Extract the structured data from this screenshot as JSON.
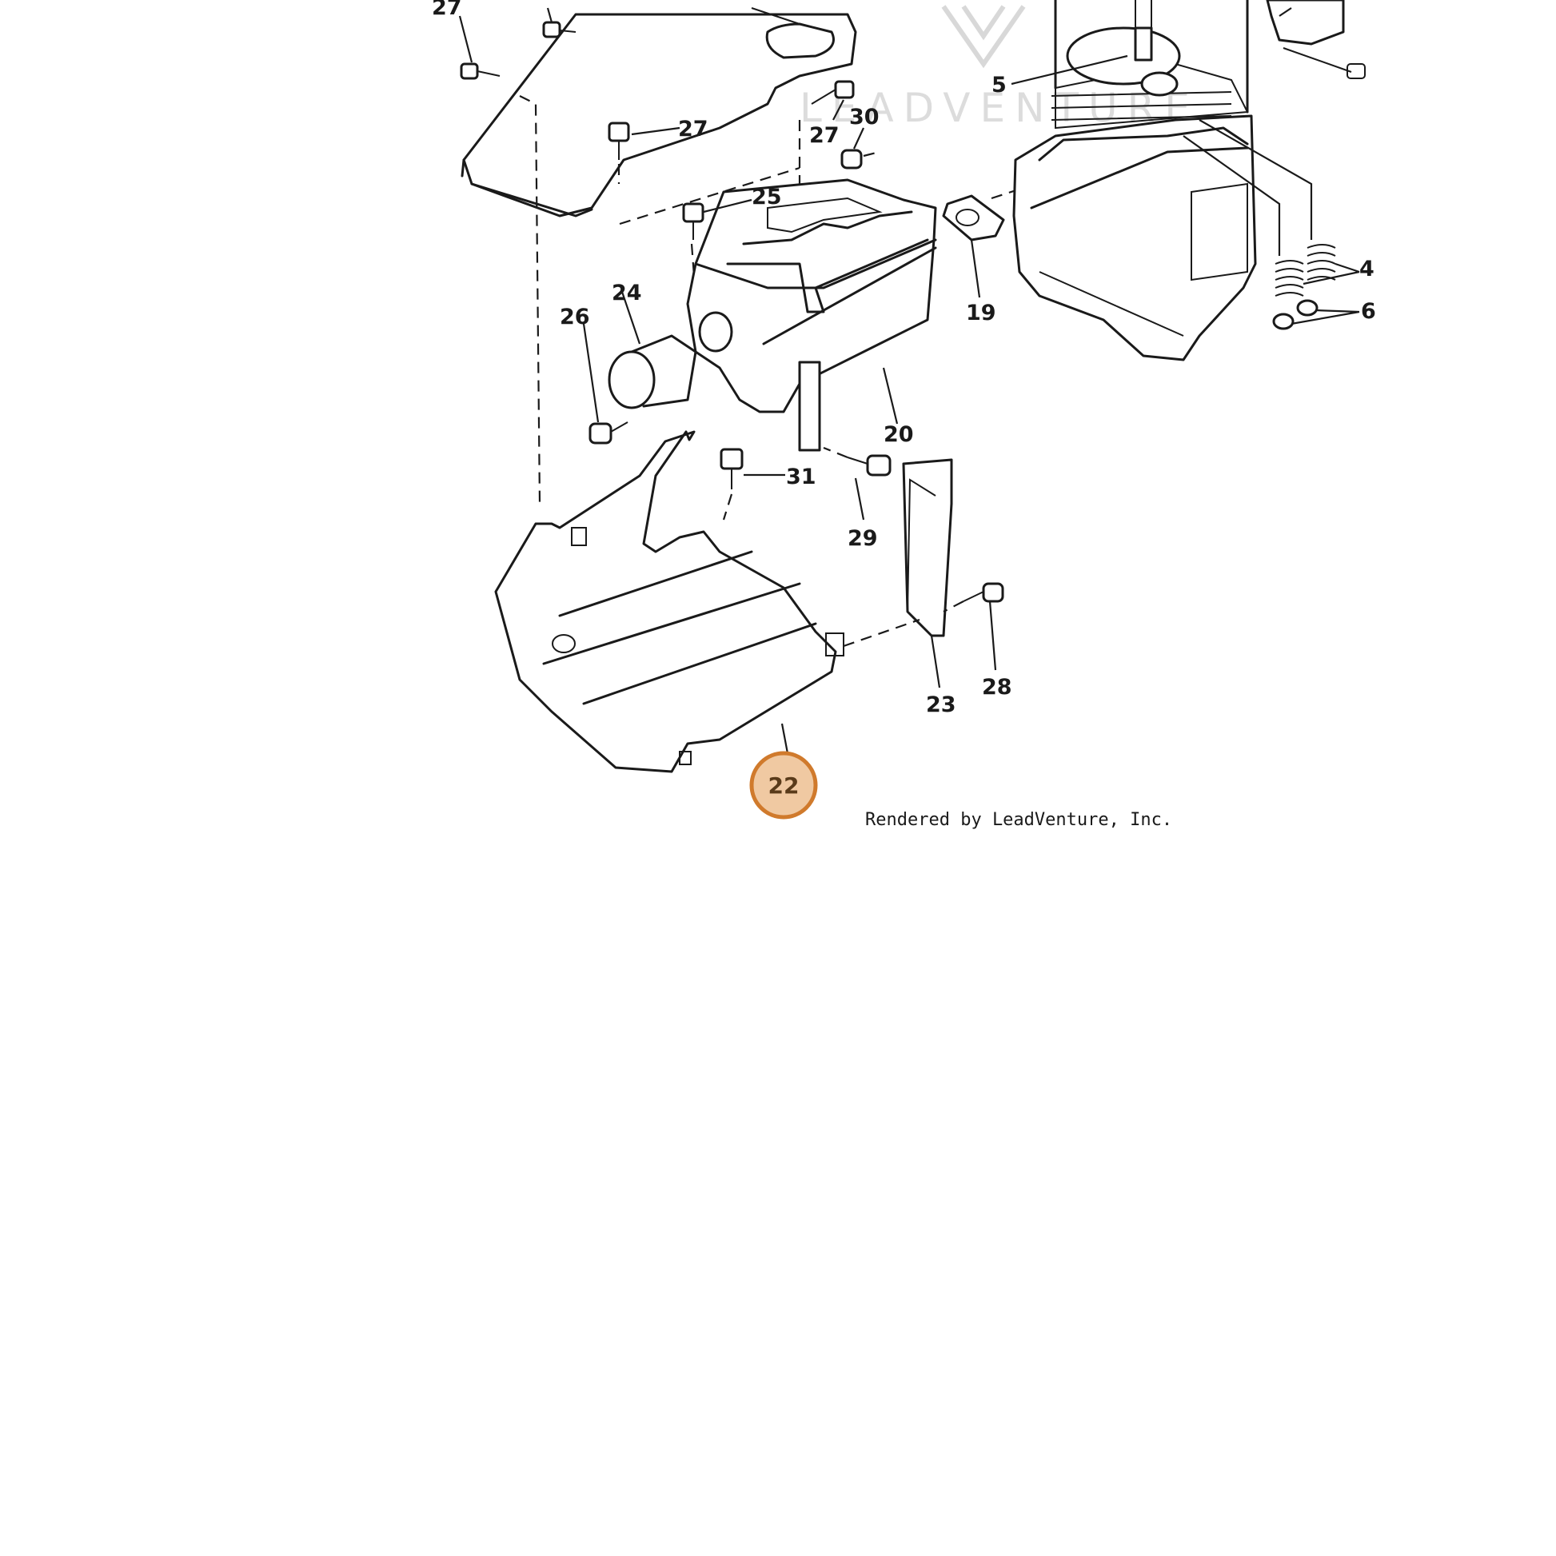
{
  "watermark": {
    "text": "LEADVENTURE"
  },
  "callouts": {
    "c27a": "27",
    "c27b": "27",
    "c27c": "27",
    "c30": "30",
    "c25": "25",
    "c24": "24",
    "c26": "26",
    "c20": "20",
    "c31": "31",
    "c29": "29",
    "c23": "23",
    "c28": "28",
    "c19": "19",
    "c5": "5",
    "c4": "4",
    "c6": "6"
  },
  "highlight": {
    "label": "22",
    "color": "#f0c9a2",
    "border": "#d07a2c"
  },
  "credit": "Rendered by LeadVenture, Inc."
}
